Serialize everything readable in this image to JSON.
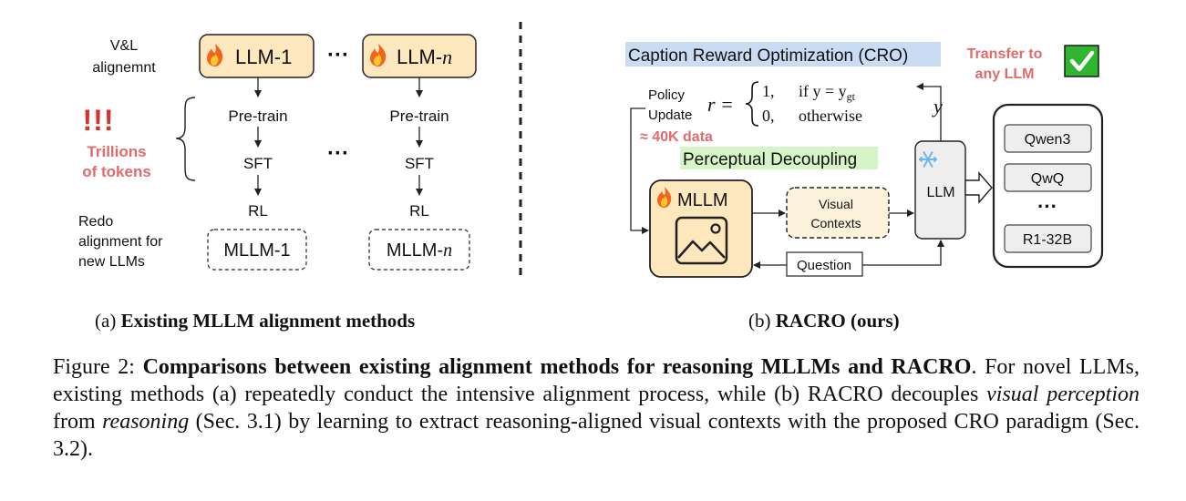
{
  "left": {
    "vl_label_1": "V&L",
    "vl_label_2": "alignemnt",
    "llm_1": "LLM-1",
    "llm_n_prefix": "LLM-",
    "llm_n_var": "n",
    "dots": "···",
    "pretrain": "Pre-train",
    "sft": "SFT",
    "rl": "RL",
    "warning": "!!!",
    "trillions_1": "Trillions",
    "trillions_2": "of tokens",
    "redo_1": "Redo",
    "redo_2": "alignment for",
    "redo_3": "new LLMs",
    "mllm_1": "MLLM-1",
    "mllm_n_prefix": "MLLM-",
    "mllm_n_var": "n"
  },
  "right": {
    "cro_title": "Caption Reward Optimization (CRO)",
    "transfer_1": "Transfer to",
    "transfer_2": "any LLM",
    "policy_1": "Policy",
    "policy_2": "Update",
    "data_note": "≈ 40K data",
    "reward_r": "r =",
    "reward_case1_val": "1,",
    "reward_case1_cond": "if y = y",
    "reward_case1_sub": "gt",
    "reward_case2_val": "0,",
    "reward_case2_cond": "otherwise",
    "y_label": "y",
    "decoupling": "Perceptual Decoupling",
    "mllm": "MLLM",
    "visual_1": "Visual",
    "visual_2": "Contexts",
    "llm": "LLM",
    "question": "Question",
    "models": [
      "Qwen3",
      "QwQ",
      "R1-32B"
    ],
    "models_dots": "···"
  },
  "subcaptions": {
    "a_prefix": "(a) ",
    "a_bold": "Existing MLLM alignment methods",
    "b_prefix": "(b) ",
    "b_bold": "RACRO (ours)"
  },
  "caption": {
    "label": "Figure 2: ",
    "title": "Comparisons between existing alignment methods for reasoning MLLMs and RACRO",
    "period": ".",
    "body_1": " For novel LLMs, existing methods (a) repeatedly conduct the intensive alignment process, while (b) RACRO decouples ",
    "italic_1": "visual perception",
    "body_2": " from ",
    "italic_2": "reasoning",
    "body_3": " (Sec. 3.1) by learning to extract reasoning-aligned visual contexts with the proposed CRO paradigm (Sec. 3.2)."
  },
  "colors": {
    "llm_fill": "#fde7bd",
    "mllm_fill": "#fde7bd",
    "cro_highlight": "#c9dcf3",
    "decoupling_highlight": "#d6f5c6",
    "accent_red": "#e06b6b",
    "warning_red": "#d6312b",
    "check_green": "#2fb52f",
    "box_gray": "#eeeeee"
  }
}
